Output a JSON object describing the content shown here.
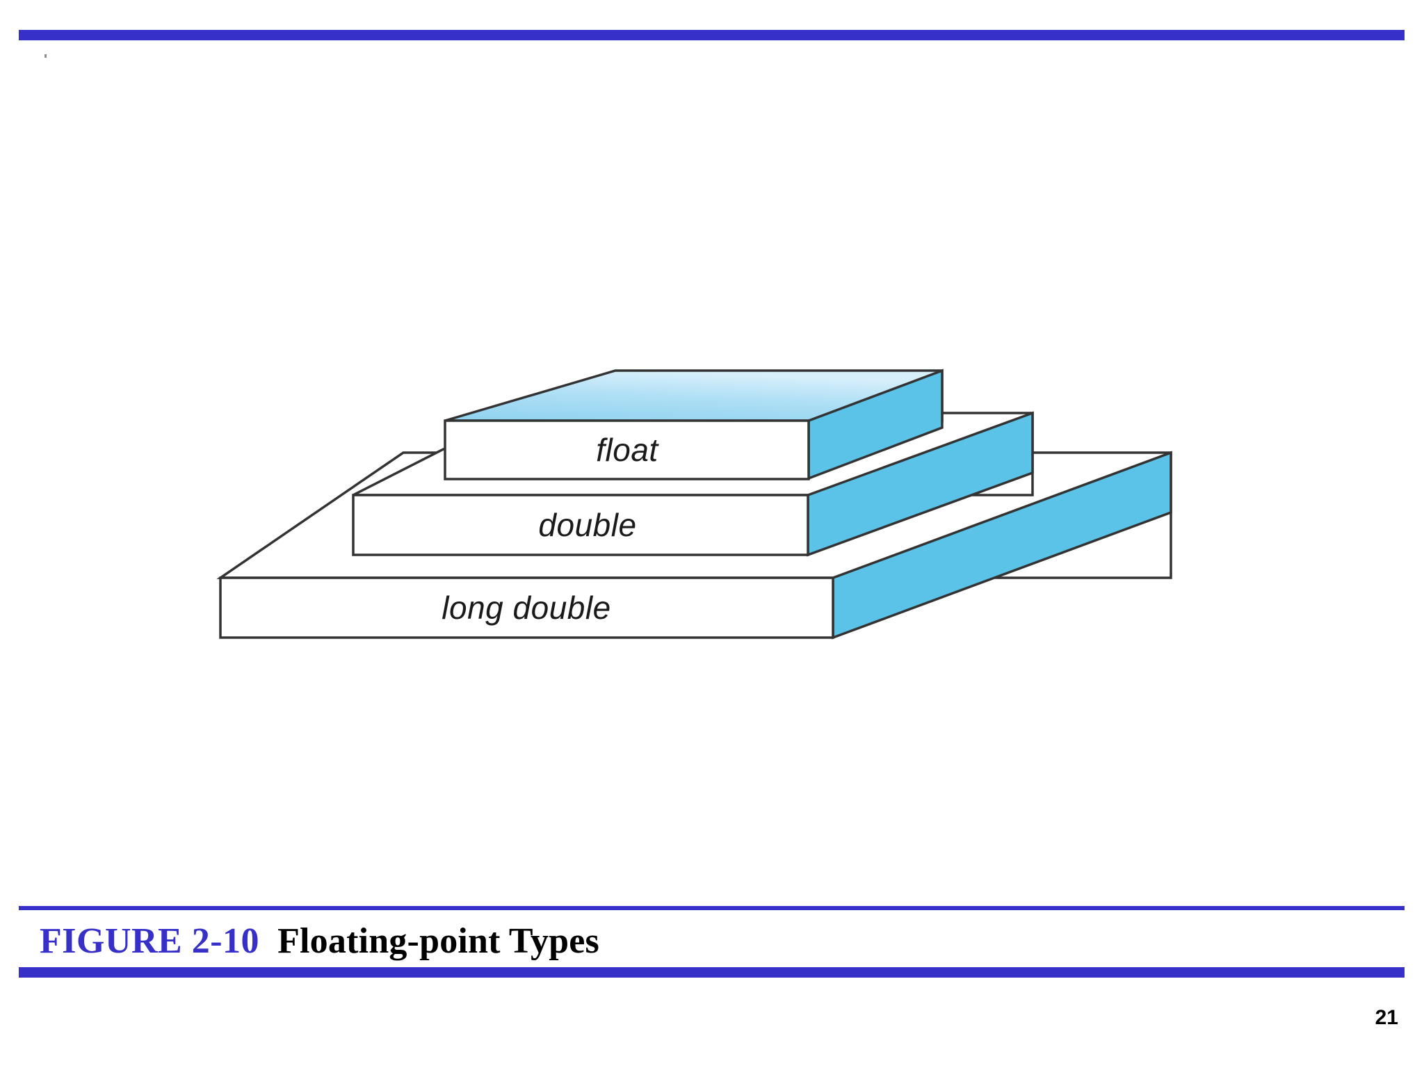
{
  "slide": {
    "page_number": "21",
    "accent_color": "#3730C8"
  },
  "caption": {
    "figure_label": "FIGURE 2-10",
    "title": "Floating-point Types",
    "label_color": "#3730C8",
    "title_color": "#000000"
  },
  "figure": {
    "kind": "3d-stacked-slabs-diagram",
    "description": "Three stacked 3-D slabs of increasing size representing C floating-point type sizes",
    "colors": {
      "top_face_light": "#CDEAF8",
      "top_face_dark": "#97D5F0",
      "side_face": "#5BC3E8",
      "front_face": "#FFFFFF",
      "outline": "#333333"
    },
    "slabs": [
      {
        "label": "float",
        "level": 1,
        "size_rank": "smallest"
      },
      {
        "label": "double",
        "level": 2,
        "size_rank": "medium"
      },
      {
        "label": "long double",
        "level": 3,
        "size_rank": "largest"
      }
    ]
  }
}
